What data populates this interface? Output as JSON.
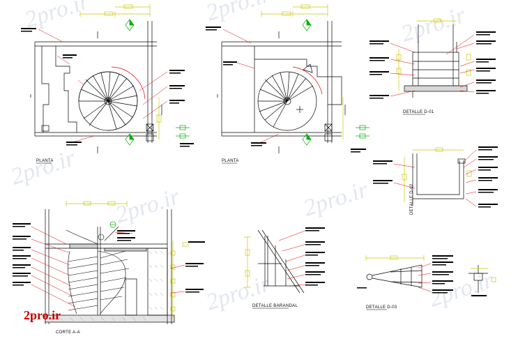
{
  "watermark": {
    "text": "2pro.ir",
    "logo_text": "2pro.ir"
  },
  "titles": {
    "plan_1": "PLANTA",
    "plan_2": "PLANTA",
    "section": "CORTE A-A",
    "detail_baranda": "DETALLE BARANDAL",
    "detail_1": "DETALLE D-01",
    "detail_2": "DETALLE D-02",
    "detail_3": "DETALLE D-03"
  },
  "colors": {
    "line": "#000000",
    "dimension": "#c8c800",
    "annotation": "#e00000",
    "marker": "#00b000",
    "hatch": "#808080",
    "watermark": "#cdd3e6",
    "logo": "#c40000"
  }
}
